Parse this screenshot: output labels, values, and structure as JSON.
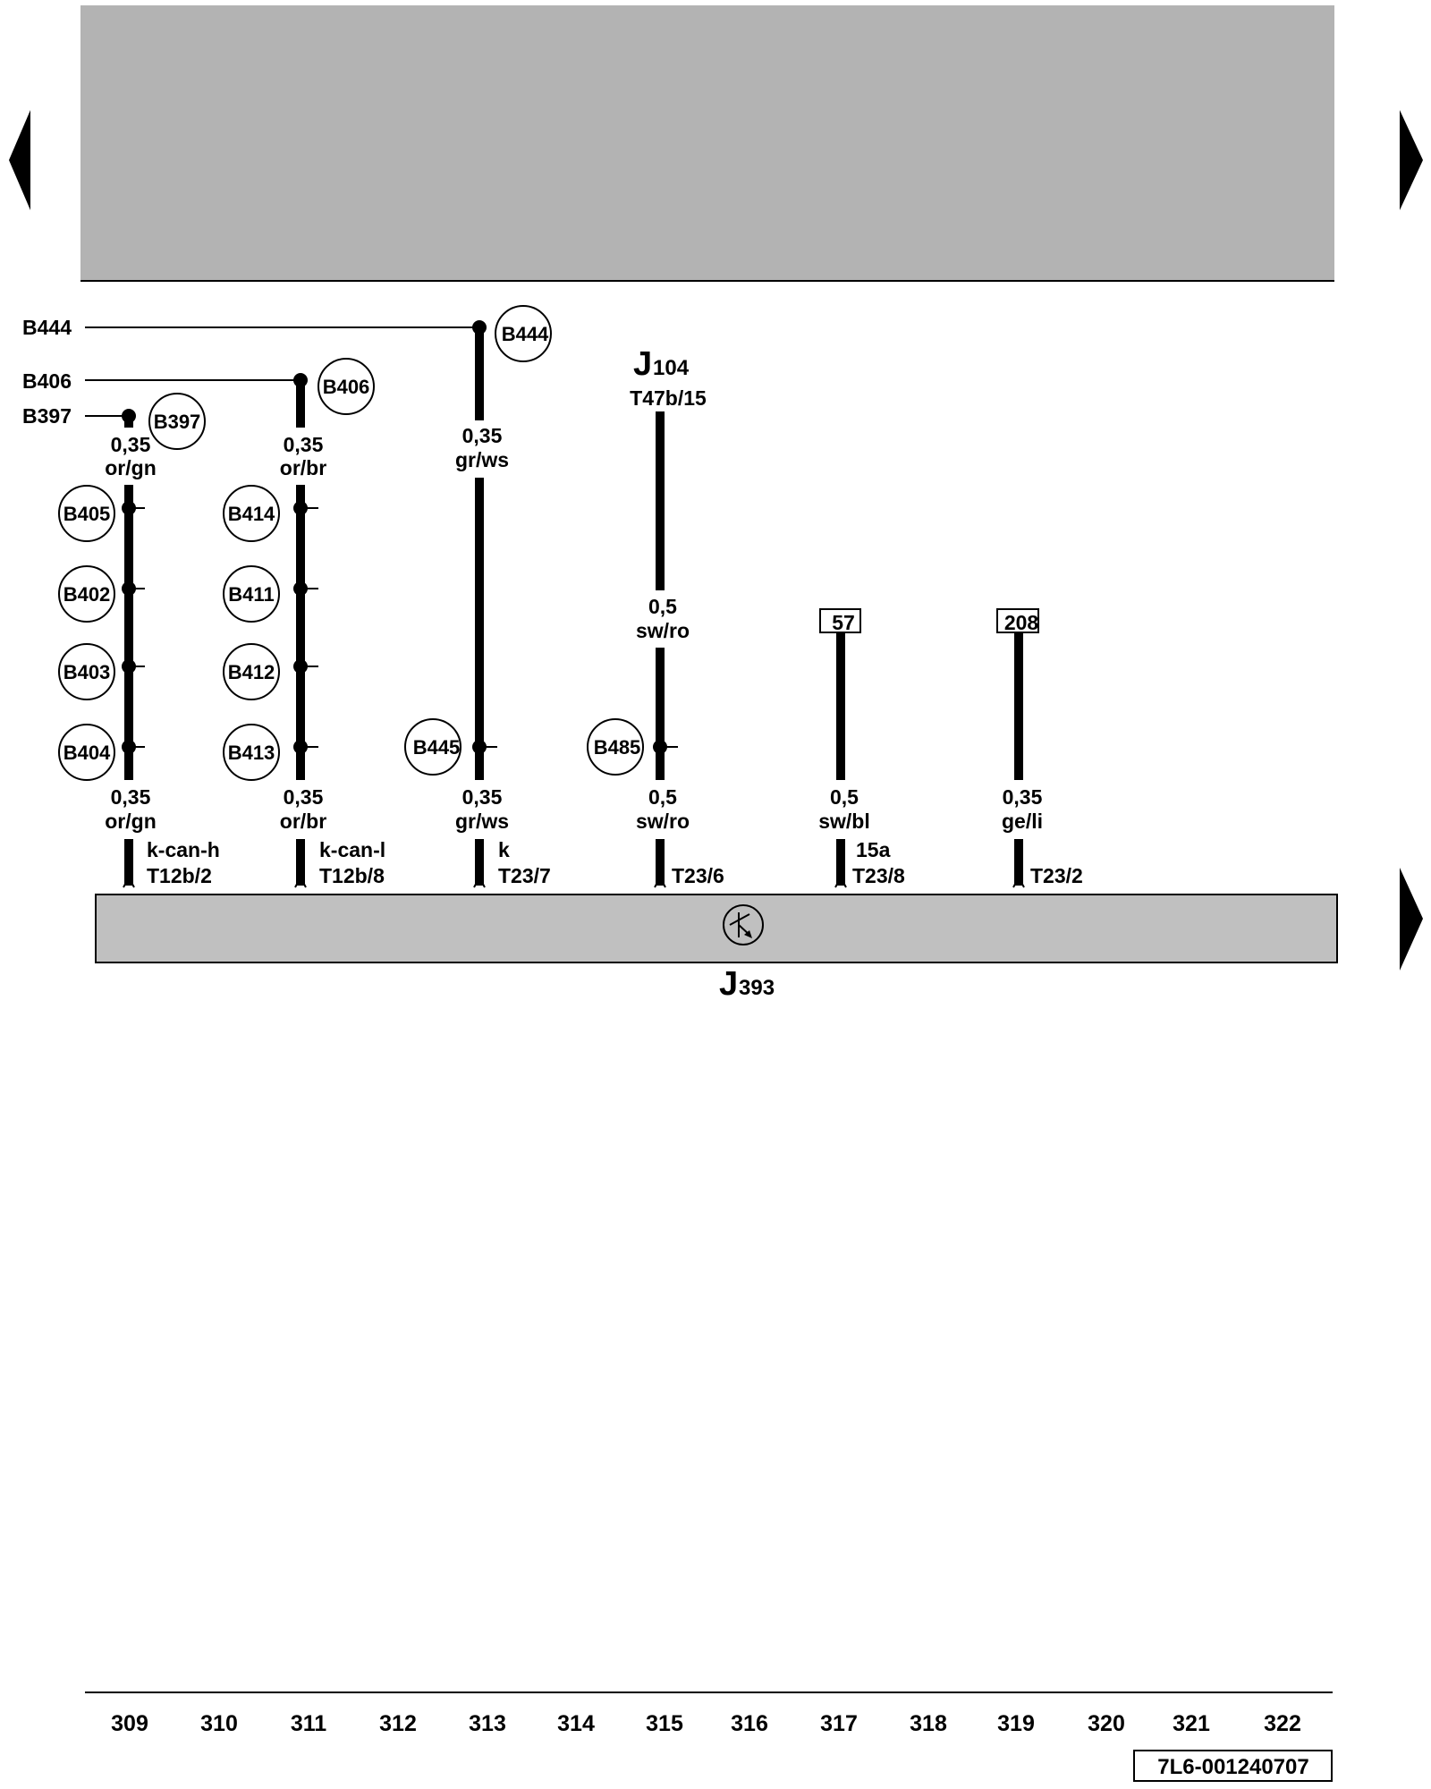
{
  "nav": {
    "prev_icon": "triangle-left-icon",
    "next_icon": "triangle-right-icon",
    "next_lower_icon": "triangle-right-icon"
  },
  "header_band_color": "#b3b3b3",
  "left_refs": [
    "B444",
    "B406",
    "B397"
  ],
  "wires": [
    {
      "id": "w1",
      "top_node": "B397",
      "top_spec": [
        "0,35",
        "or/gn"
      ],
      "nodes": [
        "B405",
        "B402",
        "B403",
        "B404"
      ],
      "bottom_spec": [
        "0,35",
        "or/gn"
      ],
      "pin_labels": [
        "k-can-h",
        "T12b/2"
      ]
    },
    {
      "id": "w2",
      "top_node": "B406",
      "top_spec": [
        "0,35",
        "or/br"
      ],
      "nodes": [
        "B414",
        "B411",
        "B412",
        "B413"
      ],
      "bottom_spec": [
        "0,35",
        "or/br"
      ],
      "pin_labels": [
        "k-can-l",
        "T12b/8"
      ]
    },
    {
      "id": "w3",
      "top_node": "B444",
      "top_spec": [
        "0,35",
        "gr/ws"
      ],
      "nodes": [
        "B445"
      ],
      "bottom_spec": [
        "0,35",
        "gr/ws"
      ],
      "pin_labels": [
        "k",
        "T23/7"
      ]
    },
    {
      "id": "w4",
      "top_component": "J",
      "top_component_sub": "104",
      "top_pin": "T47b/15",
      "mid_spec": [
        "0,5",
        "sw/ro"
      ],
      "nodes": [
        "B485"
      ],
      "bottom_spec": [
        "0,5",
        "sw/ro"
      ],
      "pin_labels": [
        "",
        "T23/6"
      ]
    },
    {
      "id": "w5",
      "top_box": "57",
      "bottom_spec": [
        "0,5",
        "sw/bl"
      ],
      "pin_labels": [
        "15a",
        "T23/8"
      ]
    },
    {
      "id": "w6",
      "top_box": "208",
      "bottom_spec": [
        "0,35",
        "ge/li"
      ],
      "pin_labels": [
        "",
        "T23/2"
      ]
    }
  ],
  "control_unit": {
    "name": "J",
    "sub": "393",
    "icon": "control-unit-symbol-icon",
    "fill": "#c0c0c0"
  },
  "footer": {
    "columns": [
      "309",
      "310",
      "311",
      "312",
      "313",
      "314",
      "315",
      "316",
      "317",
      "318",
      "319",
      "320",
      "321",
      "322"
    ],
    "doc_id": "7L6-001240707"
  }
}
